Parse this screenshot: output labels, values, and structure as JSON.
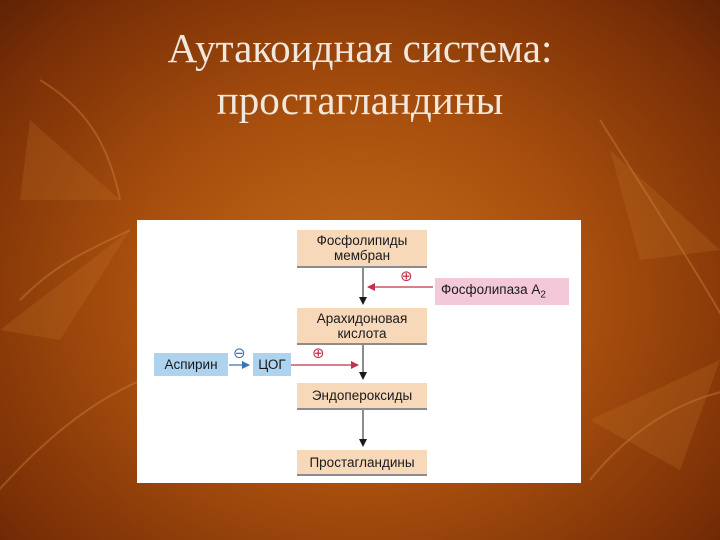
{
  "slide": {
    "title_line1": "Аутакоидная система:",
    "title_line2": "простагландины"
  },
  "diagram": {
    "phospholipids": [
      "Фосфолипиды",
      "мембран"
    ],
    "phospholipase": "Фосфолипаза A",
    "phospholipase_sub": "2",
    "arachidonic": [
      "Арахидоновая",
      "кислота"
    ],
    "aspirin": "Аспирин",
    "cox": "ЦОГ",
    "endoperoxides": "Эндопероксиды",
    "prostaglandins": "Простагландины",
    "plus_sign": "⊕",
    "minus_sign": "⊖"
  },
  "colors": {
    "background": "#a84f0e",
    "title_text": "#f0e8dc",
    "peach_box": "#f7d9b9",
    "blue_box": "#aed3ee",
    "pink_box": "#f3c8d9",
    "red_arrow": "#c0334a",
    "blue_arrow": "#3a72b8"
  }
}
